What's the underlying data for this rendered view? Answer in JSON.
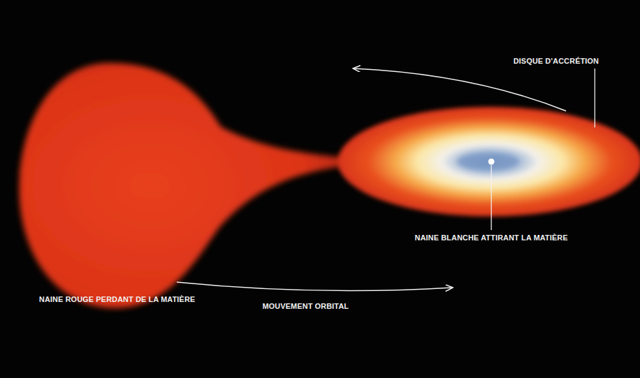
{
  "diagram": {
    "labels": [
      "DISQUE D'ACCRÉTION",
      "NAINE BLANCHE ATTIRANT LA MATIÈRE",
      "NAINE ROUGE PERDANT DE LA MATIÈRE",
      "MOUVEMENT ORBITAL"
    ]
  }
}
